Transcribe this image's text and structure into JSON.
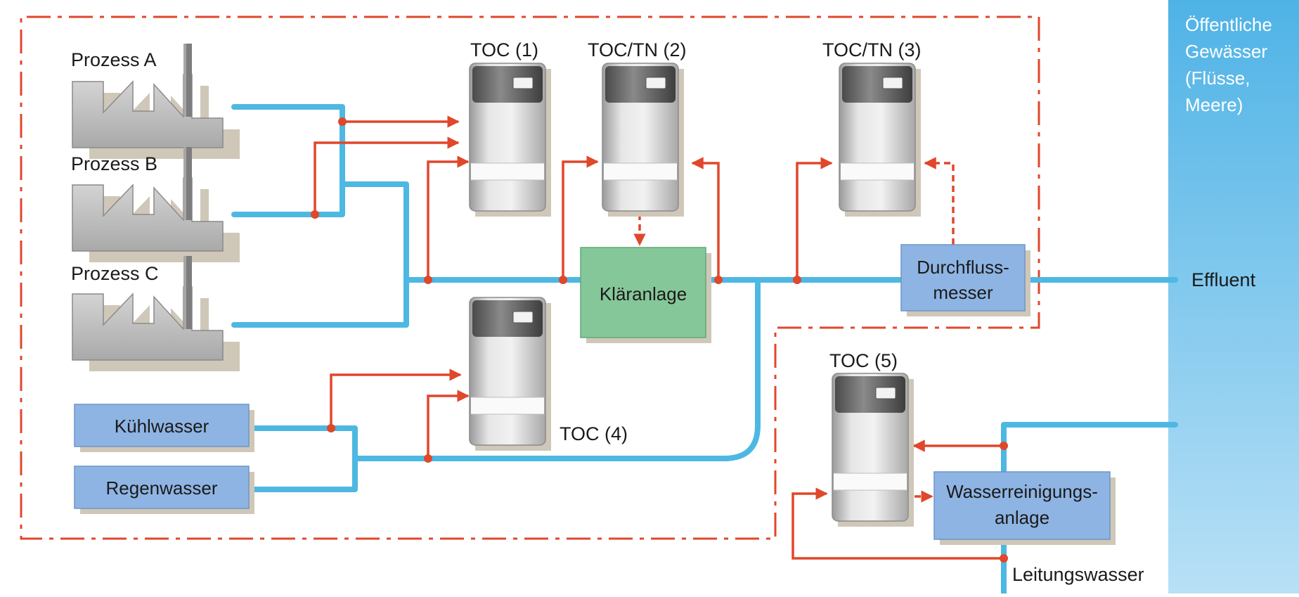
{
  "colors": {
    "water_line": "#4db8e2",
    "sample_line": "#e0472b",
    "boundary": "#e0472b",
    "utility_box": "#8eb4e3",
    "treatment_box": "#86c79a",
    "sea_top": "#4fb3e6",
    "sea_bottom": "#b8e0f6"
  },
  "icons": {
    "factory": "factory-icon",
    "analyzer": "toc-analyzer-icon"
  },
  "processes": [
    {
      "label": "Prozess A"
    },
    {
      "label": "Prozess B"
    },
    {
      "label": "Prozess C"
    }
  ],
  "analyzers": [
    {
      "label": "TOC (1)"
    },
    {
      "label": "TOC/TN (2)"
    },
    {
      "label": "TOC/TN (3)"
    },
    {
      "label": "TOC (4)"
    },
    {
      "label": "TOC (5)"
    }
  ],
  "boxes": {
    "cooling": "Kühlwasser",
    "rain": "Regenwasser",
    "treatment": "Kläranlage",
    "flowmeter": [
      "Durchfluss-",
      "messer"
    ],
    "purification": [
      "Wasserreinigungs-",
      "anlage"
    ]
  },
  "water_body": [
    "Öffentliche",
    "Gewässer",
    "(Flüsse,",
    "Meere)"
  ],
  "labels": {
    "effluent": "Effluent",
    "tap_water": "Leitungswasser"
  }
}
